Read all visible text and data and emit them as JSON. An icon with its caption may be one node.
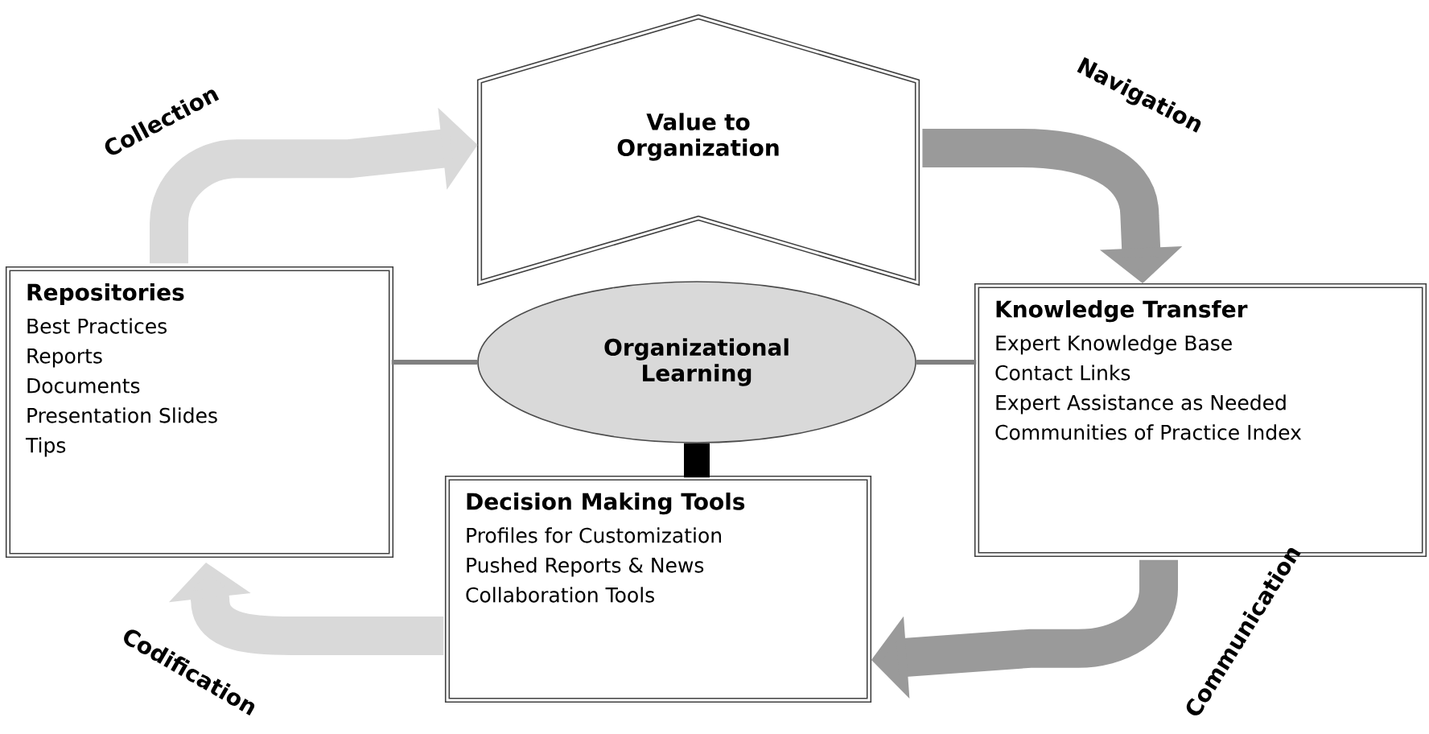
{
  "diagram": {
    "nodes": [
      {
        "text": [
          "Value to Organization"
        ]
      },
      {
        "text": [
          "Repositories",
          "Best Practices",
          "Reports",
          "Documents",
          "Presentation Slides",
          "Tips"
        ]
      },
      {
        "text": [
          "Organizational Learning"
        ]
      },
      {
        "text": [
          "Knowledge Transfer",
          "Expert Knowledge Base",
          "Contact Links",
          "Expert Assistance as Needed",
          "Communities of Practice Index"
        ]
      },
      {
        "text": [
          "Decision Making Tools",
          "Profiles for Customization",
          "Pushed Reports & News",
          "Collaboration Tools"
        ]
      }
    ],
    "edges": [
      {
        "from": 1,
        "to": 2,
        "arrow": "none"
      },
      {
        "from": 2,
        "to": 3,
        "arrow": "none"
      },
      {
        "from": 2,
        "to": 4,
        "arrow": "none",
        "color": "#000000"
      },
      {
        "from": 1,
        "to": 0,
        "arrow": "to",
        "label": "Collection",
        "color": "#d9d9d9"
      },
      {
        "from": 0,
        "to": 3,
        "arrow": "to",
        "label": "Navigation",
        "color": "#9a9a9a"
      },
      {
        "from": 3,
        "to": 4,
        "arrow": "to",
        "label": "Communication",
        "color": "#9a9a9a"
      },
      {
        "from": 4,
        "to": 1,
        "arrow": "to",
        "label": "Codification",
        "color": "#d9d9d9"
      }
    ]
  }
}
